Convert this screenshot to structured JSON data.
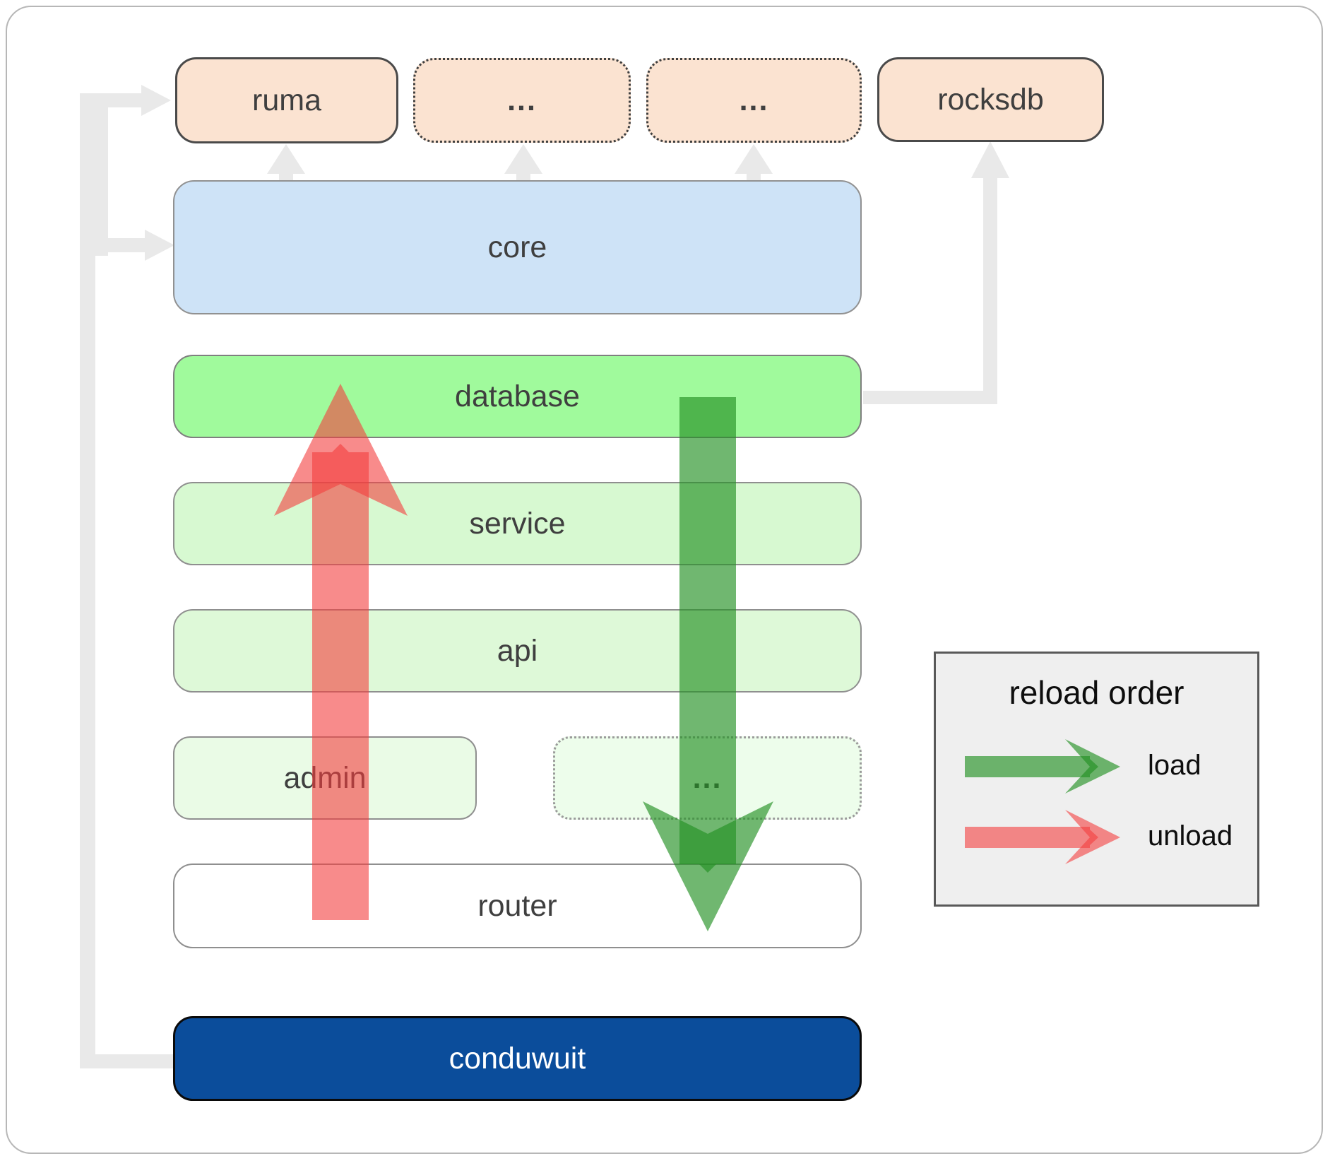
{
  "nodes": {
    "ruma": "ruma",
    "dots_top_1": "...",
    "dots_top_2": "...",
    "rocksdb": "rocksdb",
    "core": "core",
    "database": "database",
    "service": "service",
    "api": "api",
    "admin": "admin",
    "dots_bottom": "...",
    "router": "router",
    "conduwuit": "conduwuit"
  },
  "legend": {
    "title": "reload order",
    "items": [
      {
        "label": "load",
        "color": "rgba(35,145,35,0.65)"
      },
      {
        "label": "unload",
        "color": "rgba(244,62,62,0.6)"
      }
    ]
  },
  "colors": {
    "load_green": "rgba(35,145,35,0.65)",
    "unload_red": "rgba(244,62,62,0.6)",
    "connector": "#e9e9e9",
    "conduwuit_fill": "#0b4d9b",
    "database_fill": "#a0fa9c",
    "core_fill": "#cee3f7",
    "peach_fill": "#fbe3d1",
    "legend_bg": "#efefef"
  }
}
